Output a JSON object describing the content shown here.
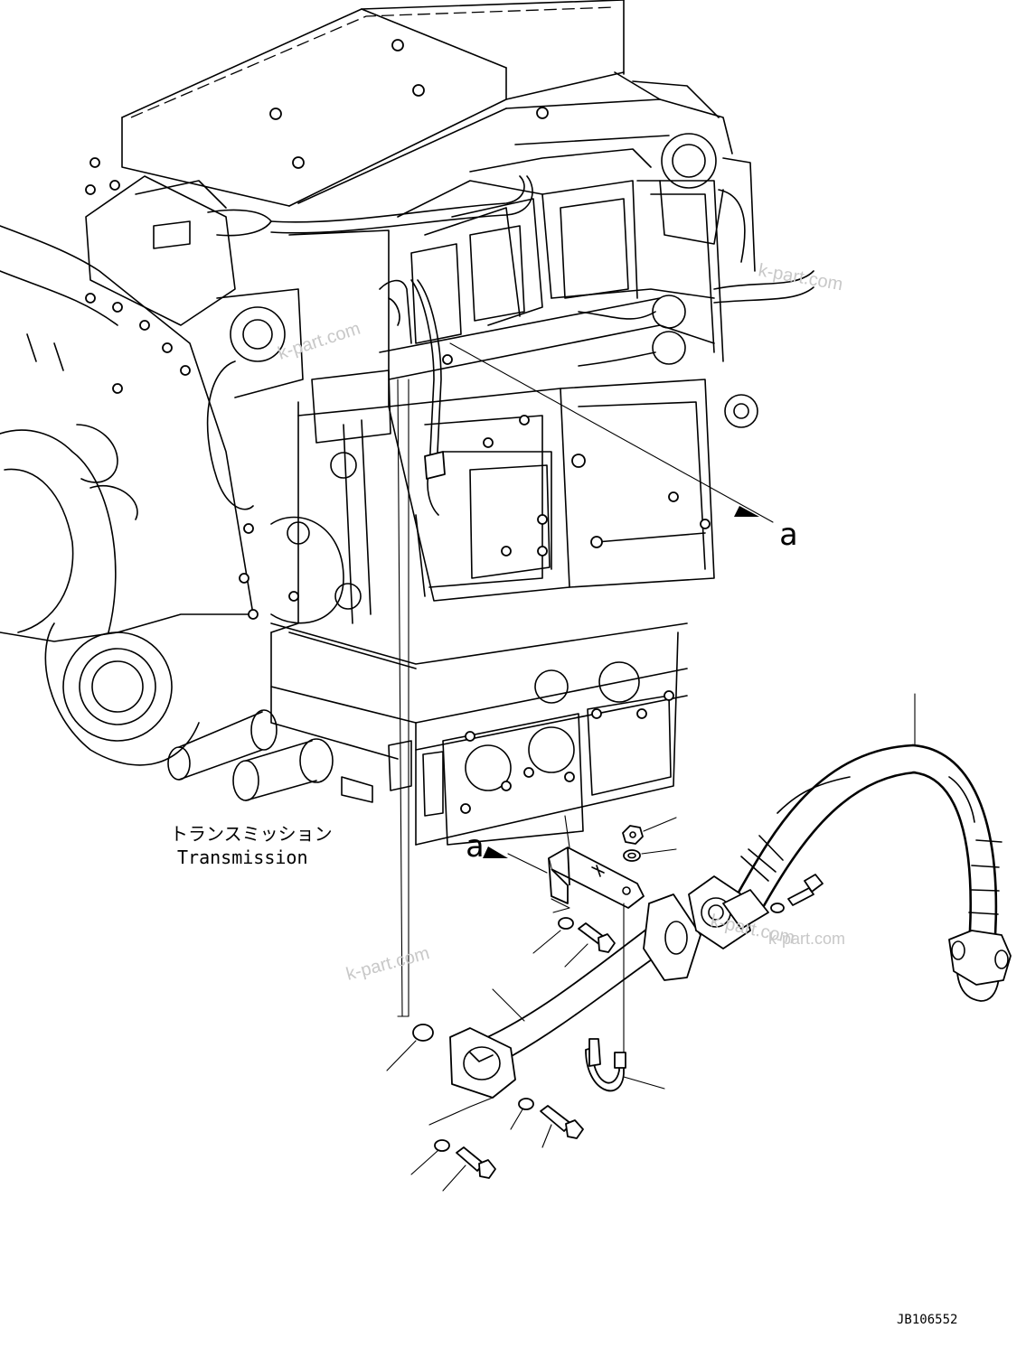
{
  "labels": {
    "transmission_jp": "トランスミッション",
    "transmission_en": "Transmission",
    "view_ref_1": "a",
    "view_ref_2": "a",
    "drawing_number": "JB106552"
  },
  "watermarks": [
    "k-part.com",
    "k-part.com",
    "k-part.com",
    "k-part.com",
    "k-part.com"
  ]
}
